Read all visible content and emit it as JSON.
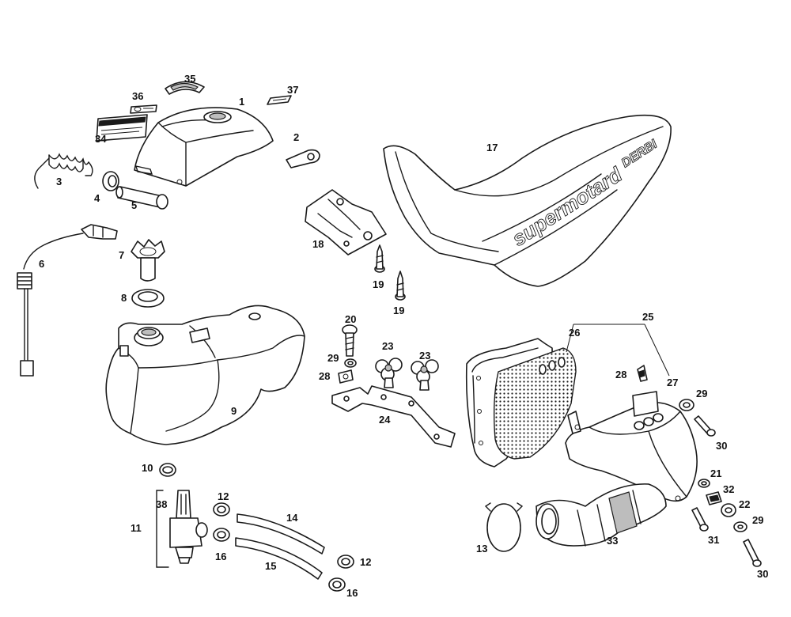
{
  "diagram": {
    "callouts": [
      {
        "id": "c1",
        "text": "1"
      },
      {
        "id": "c2",
        "text": "2"
      },
      {
        "id": "c3",
        "text": "3"
      },
      {
        "id": "c4",
        "text": "4"
      },
      {
        "id": "c5",
        "text": "5"
      },
      {
        "id": "c6",
        "text": "6"
      },
      {
        "id": "c7",
        "text": "7"
      },
      {
        "id": "c8",
        "text": "8"
      },
      {
        "id": "c9",
        "text": "9"
      },
      {
        "id": "c10",
        "text": "10"
      },
      {
        "id": "c11",
        "text": "11"
      },
      {
        "id": "c12a",
        "text": "12"
      },
      {
        "id": "c12b",
        "text": "12"
      },
      {
        "id": "c13",
        "text": "13"
      },
      {
        "id": "c14",
        "text": "14"
      },
      {
        "id": "c15",
        "text": "15"
      },
      {
        "id": "c16a",
        "text": "16"
      },
      {
        "id": "c16b",
        "text": "16"
      },
      {
        "id": "c17",
        "text": "17"
      },
      {
        "id": "c18",
        "text": "18"
      },
      {
        "id": "c19a",
        "text": "19"
      },
      {
        "id": "c19b",
        "text": "19"
      },
      {
        "id": "c20",
        "text": "20"
      },
      {
        "id": "c21",
        "text": "21"
      },
      {
        "id": "c22",
        "text": "22"
      },
      {
        "id": "c23a",
        "text": "23"
      },
      {
        "id": "c23b",
        "text": "23"
      },
      {
        "id": "c24",
        "text": "24"
      },
      {
        "id": "c25",
        "text": "25"
      },
      {
        "id": "c26",
        "text": "26"
      },
      {
        "id": "c27",
        "text": "27"
      },
      {
        "id": "c28a",
        "text": "28"
      },
      {
        "id": "c28b",
        "text": "28"
      },
      {
        "id": "c29a",
        "text": "29"
      },
      {
        "id": "c29b",
        "text": "29"
      },
      {
        "id": "c29c",
        "text": "29"
      },
      {
        "id": "c30a",
        "text": "30"
      },
      {
        "id": "c30b",
        "text": "30"
      },
      {
        "id": "c31",
        "text": "31"
      },
      {
        "id": "c32",
        "text": "32"
      },
      {
        "id": "c33",
        "text": "33"
      },
      {
        "id": "c34",
        "text": "34"
      },
      {
        "id": "c35",
        "text": "35"
      },
      {
        "id": "c36",
        "text": "36"
      },
      {
        "id": "c37",
        "text": "37"
      },
      {
        "id": "c38",
        "text": "38"
      }
    ],
    "seat_decal": {
      "logo_text": "supermotard",
      "brand_text": "DERBI"
    }
  }
}
